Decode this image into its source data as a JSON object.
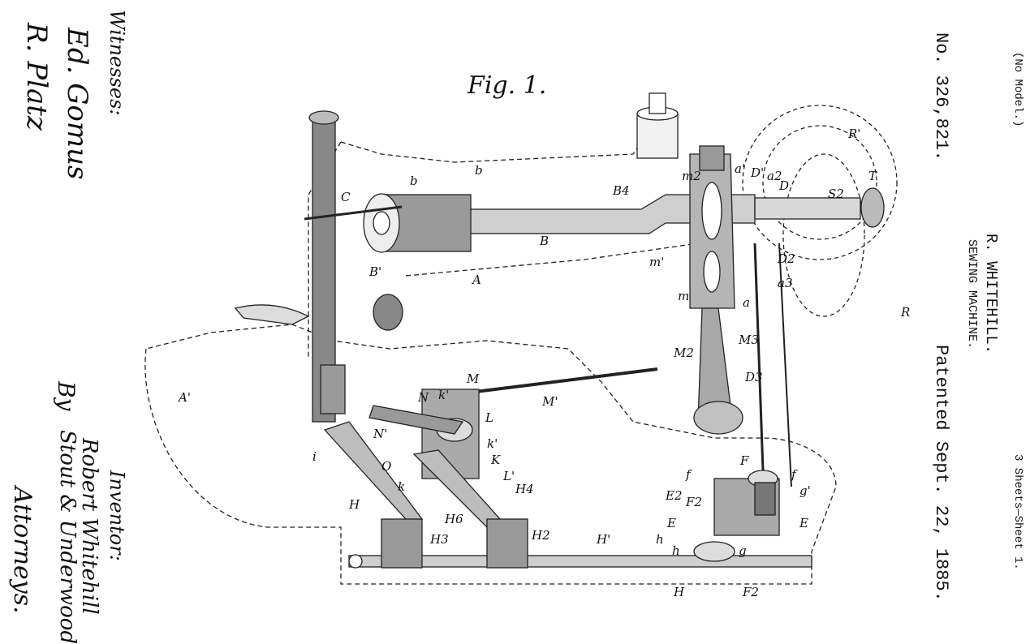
{
  "header": {
    "no_model": "(No Model.)",
    "sheets": "3 Sheets—Sheet 1.",
    "patent_number": "No. 326,821.",
    "inventor_name": "R. WHITEHILL.",
    "title": "SEWING MACHINE.",
    "patented": "Patented Sept. 22, 1885."
  },
  "figure": {
    "caption": "Fig. 1."
  },
  "witnesses": {
    "heading": "Witnesses:",
    "sig1": "Ed. Gomus",
    "sig2": "R. Platz"
  },
  "inventor": {
    "heading": "Inventor:",
    "signature": "Robert Whitehill",
    "by": "By",
    "attorneys_sig": "Stout & Underwood",
    "attorneys": "Attorneys."
  },
  "labels": [
    "b",
    "b",
    "C",
    "B'",
    "B",
    "A",
    "B4",
    "m2",
    "a'",
    "D'",
    "a2",
    "D",
    "R'",
    "S2",
    "T",
    "D2",
    "a3",
    "m'",
    "m",
    "a",
    "M2",
    "M3",
    "D3",
    "R",
    "A'",
    "N",
    "k'",
    "M",
    "M'",
    "L",
    "N'",
    "k'",
    "K",
    "L'",
    "H4",
    "k",
    "i",
    "O",
    "H",
    "F",
    "f",
    "f",
    "g'",
    "E2",
    "F2",
    "E",
    "h",
    "h",
    "g",
    "F2",
    "H6",
    "H3",
    "H2",
    "H'",
    "H",
    "E"
  ]
}
